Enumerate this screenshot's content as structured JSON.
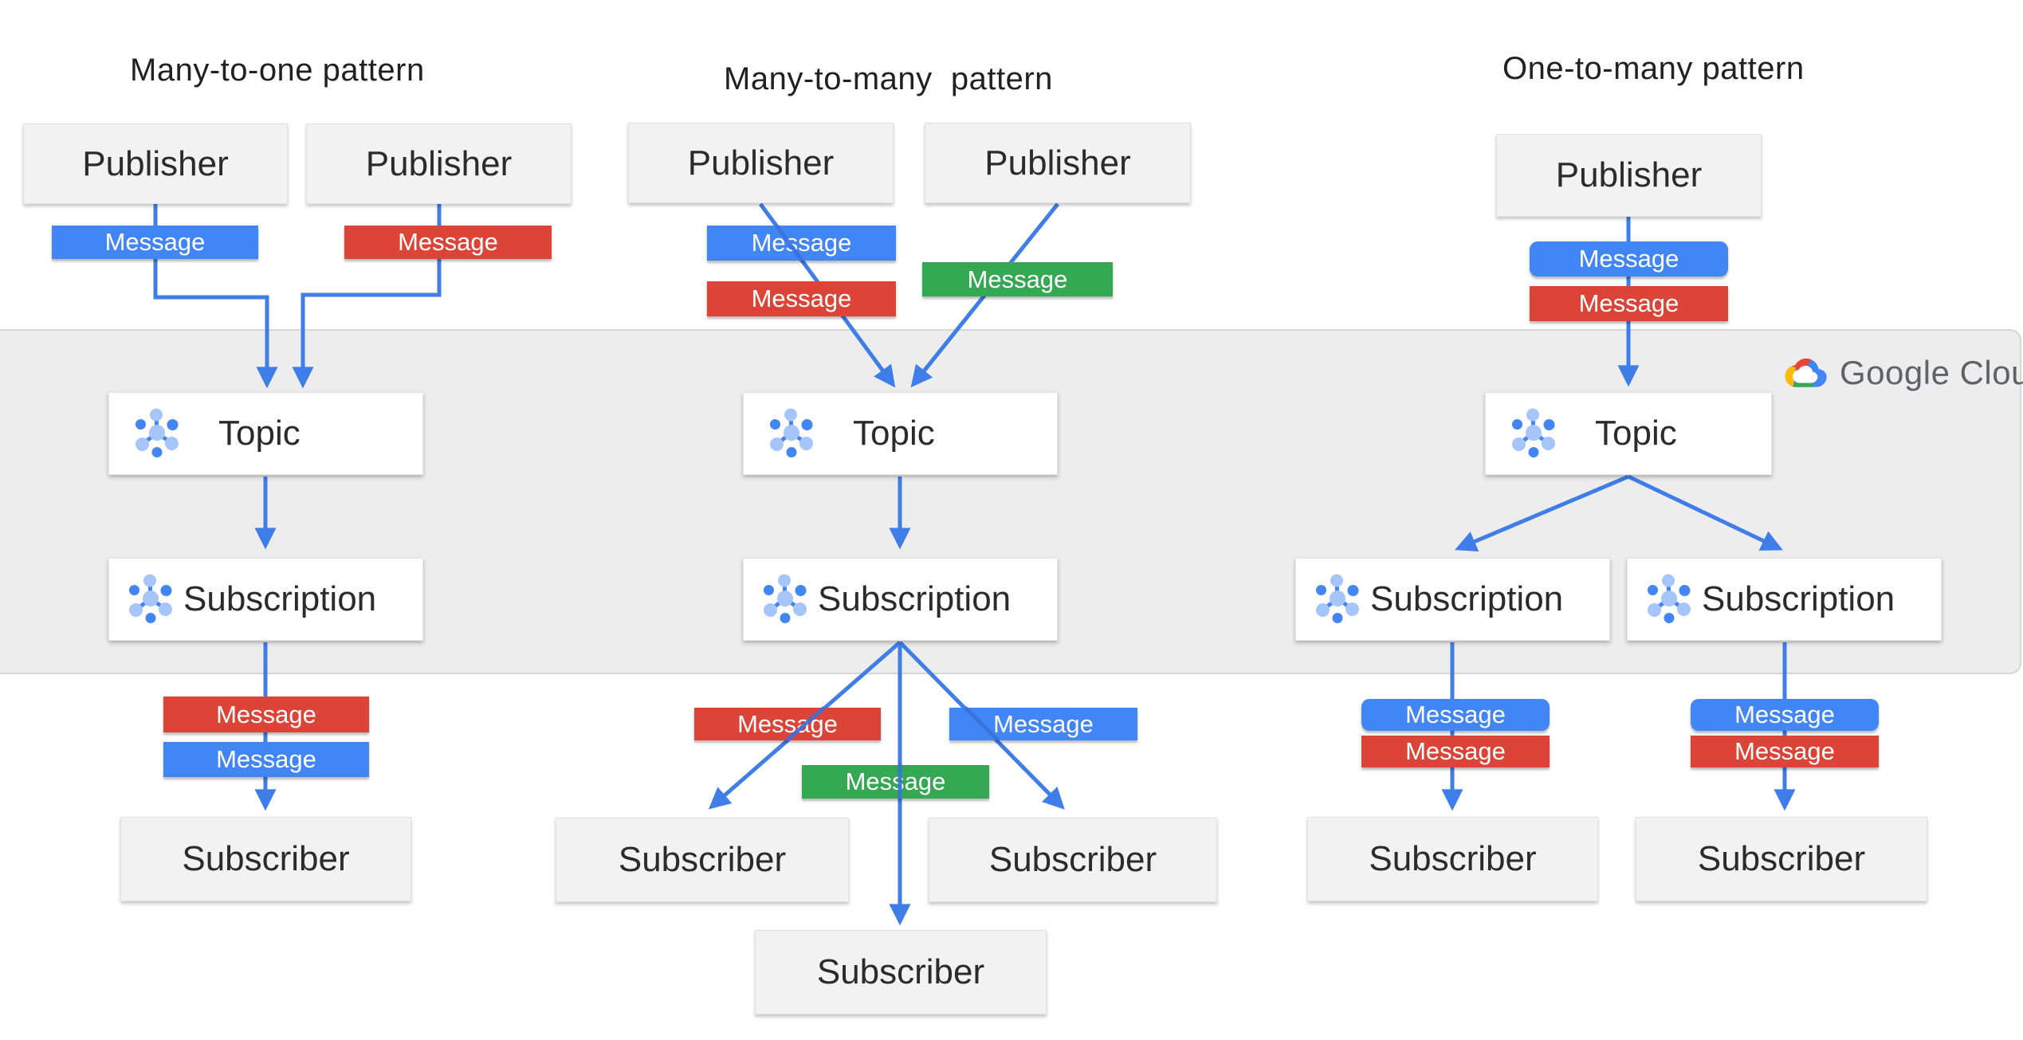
{
  "titles": {
    "left": "Many-to-one pattern",
    "middle": "Many-to-many  pattern",
    "right": "One-to-many pattern"
  },
  "labels": {
    "publisher": "Publisher",
    "topic": "Topic",
    "subscription": "Subscription",
    "subscriber": "Subscriber",
    "message": "Message"
  },
  "brand": {
    "name": "Google Cloud"
  },
  "colors": {
    "message_blue": "#4285F4",
    "message_red": "#DB4437",
    "message_green": "#34A853",
    "arrow_blue": "#3F7DE8",
    "overlay_blue": "#3A70DC",
    "band_gray": "#EDEDED",
    "band_border": "#D6D6D6",
    "icon_light_blue": "#A6C5FA",
    "icon_dark_blue": "#4285F4",
    "logo_red": "#EA4335",
    "logo_yellow": "#FBBC05",
    "logo_green": "#34A853",
    "logo_blue": "#4285F4",
    "logo_text_gray": "#5F6368",
    "box_gray": "#F2F2F2",
    "box_gray_border": "#E1E1E1",
    "white_box_border": "#E6E6E6",
    "label_dark": "#2B2B2B",
    "title_dark": "#212121"
  }
}
